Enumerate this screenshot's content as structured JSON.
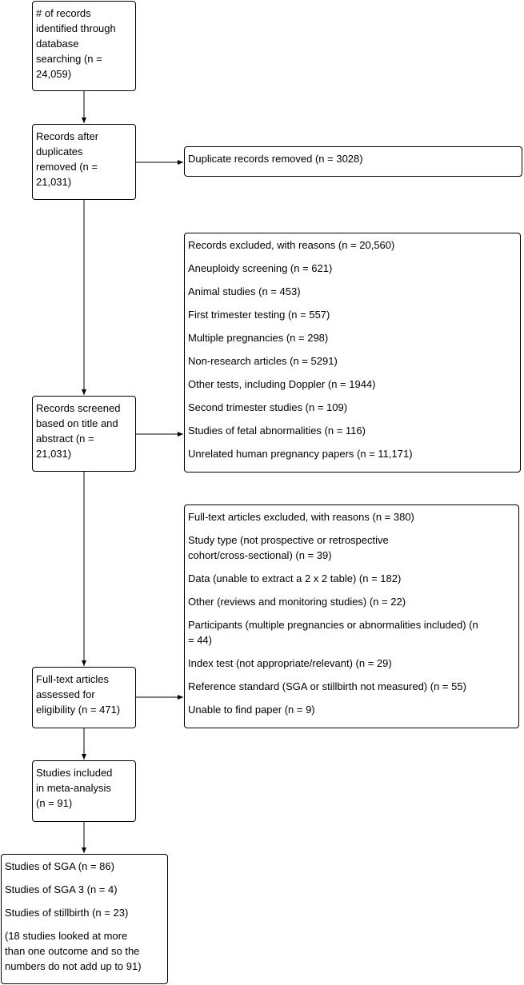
{
  "main_boxes": {
    "identified": [
      "# of records",
      "identified through",
      "database",
      "searching (n =",
      "24,059)"
    ],
    "after_duplicates": [
      "Records after",
      "duplicates",
      "removed (n =",
      "21,031)"
    ],
    "screened": [
      "Records screened",
      "based on title and",
      "abstract (n =",
      "21,031)"
    ],
    "fulltext": [
      "Full-text articles",
      "assessed for",
      "eligibility (n = 471)"
    ],
    "included": [
      "Studies included",
      "in meta-analysis",
      "(n = 91)"
    ]
  },
  "duplicates_box": {
    "text": "Duplicate records removed (n = 3028)"
  },
  "excluded_box": {
    "items": [
      "Records excluded, with reasons (n = 20,560)",
      "Aneuploidy screening (n = 621)",
      "Animal studies (n = 453)",
      "First trimester testing (n = 557)",
      "Multiple pregnancies (n = 298)",
      "Non-research articles (n = 5291)",
      "Other tests, including Doppler (n = 1944)",
      "Second trimester studies (n = 109)",
      "Studies of fetal abnormalities (n = 116)",
      "Unrelated human pregnancy papers (n = 11,171)"
    ]
  },
  "fulltext_excluded_box": {
    "items": [
      "Full-text articles excluded, with reasons (n = 380)",
      [
        "Study type (not prospective or retrospective",
        "cohort/cross-sectional) (n = 39)"
      ],
      "Data (unable to extract a 2 x 2 table) (n = 182)",
      "Other (reviews and monitoring studies) (n = 22)",
      [
        "Participants (multiple pregnancies or abnormalities included) (n",
        "= 44)"
      ],
      "Index test (not appropriate/relevant) (n = 29)",
      "Reference standard (SGA or stillbirth not measured) (n = 55)",
      "Unable to find paper (n = 9)"
    ]
  },
  "outcomes_box": {
    "items": [
      "Studies of SGA (n = 86)",
      "Studies of SGA 3 (n = 4)",
      "Studies of stillbirth (n = 23)",
      [
        "(18 studies looked at more",
        "than one outcome and so the",
        "numbers do not add up to 91)"
      ]
    ]
  }
}
